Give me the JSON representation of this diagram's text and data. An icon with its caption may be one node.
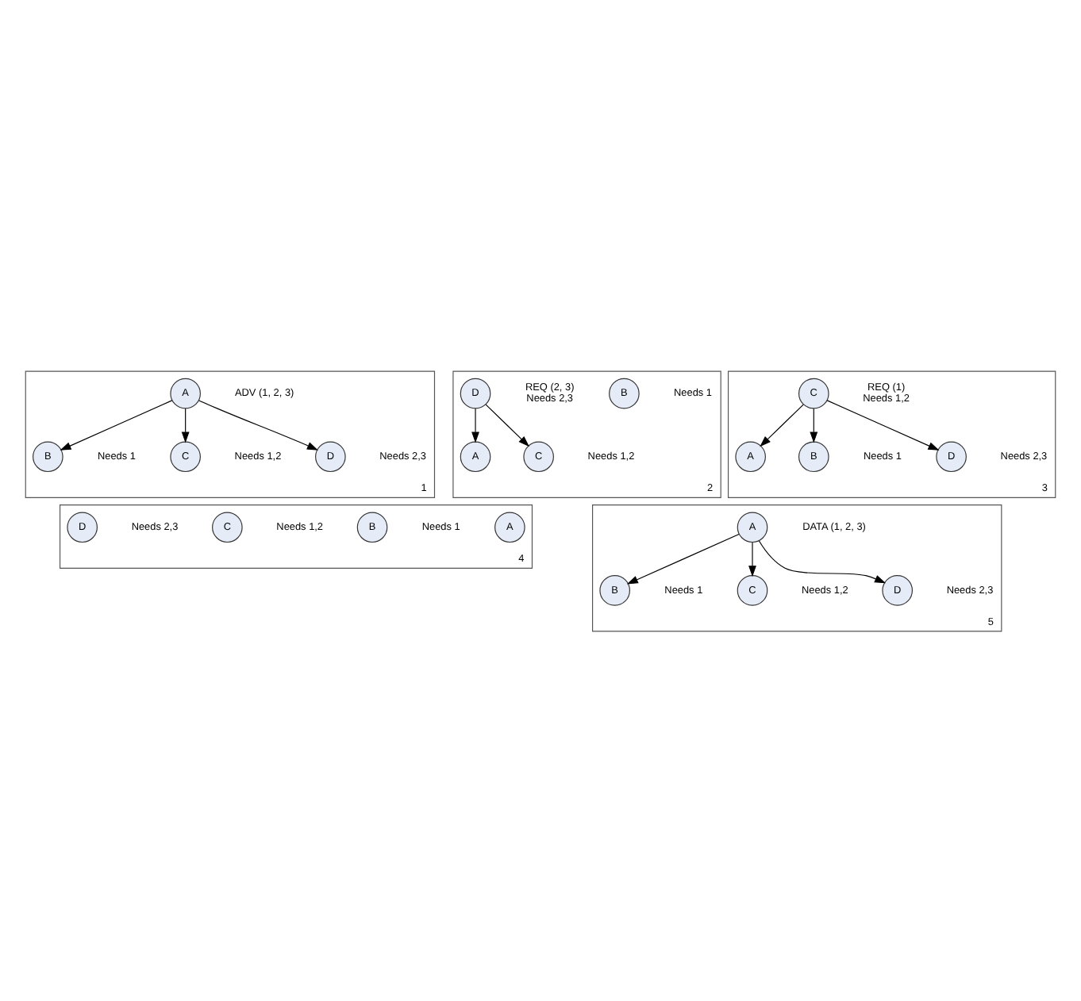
{
  "diagram": {
    "nodes": [
      {
        "text": [
          "1"
        ]
      },
      {
        "text": [
          "A"
        ],
        "in": 0,
        "beside": [
          "ADV (1, 2, 3)"
        ]
      },
      {
        "text": [
          "B"
        ],
        "in": 0,
        "beside": [
          "Needs 1"
        ]
      },
      {
        "text": [
          "C"
        ],
        "in": 0,
        "beside": [
          "Needs 1,2"
        ]
      },
      {
        "text": [
          "D"
        ],
        "in": 0,
        "beside": [
          "Needs 2,3"
        ]
      },
      {
        "text": [
          "2"
        ]
      },
      {
        "text": [
          "A"
        ],
        "in": 5
      },
      {
        "text": [
          "B"
        ],
        "in": 5,
        "beside": [
          "Needs 1"
        ]
      },
      {
        "text": [
          "C"
        ],
        "in": 5,
        "beside": [
          "Needs 1,2"
        ]
      },
      {
        "text": [
          "D"
        ],
        "in": 5,
        "beside": [
          "REQ (2, 3)",
          "Needs 2,3"
        ]
      },
      {
        "text": [
          "3"
        ]
      },
      {
        "text": [
          "A"
        ],
        "in": 10
      },
      {
        "text": [
          "B"
        ],
        "in": 10,
        "beside": [
          "Needs 1"
        ]
      },
      {
        "text": [
          "C"
        ],
        "in": 10,
        "beside": [
          "REQ (1)",
          "Needs 1,2"
        ]
      },
      {
        "text": [
          "D"
        ],
        "in": 10,
        "beside": [
          "Needs 2,3"
        ]
      },
      {
        "text": [
          "4"
        ]
      },
      {
        "text": [
          "A"
        ],
        "in": 15
      },
      {
        "text": [
          "B"
        ],
        "in": 15,
        "beside": [
          "Needs 1"
        ]
      },
      {
        "text": [
          "C"
        ],
        "in": 15,
        "beside": [
          "Needs 1,2"
        ]
      },
      {
        "text": [
          "D"
        ],
        "in": 15,
        "beside": [
          "Needs 2,3"
        ]
      },
      {
        "text": [
          "5"
        ]
      },
      {
        "text": [
          "A"
        ],
        "in": 20,
        "beside": [
          "DATA (1, 2, 3)"
        ]
      },
      {
        "text": [
          "B"
        ],
        "in": 20,
        "beside": [
          "Needs 1"
        ]
      },
      {
        "text": [
          "C"
        ],
        "in": 20,
        "beside": [
          "Needs 1,2"
        ]
      },
      {
        "text": [
          "D"
        ],
        "in": 20,
        "beside": [
          "Needs 2,3"
        ]
      }
    ],
    "edges": [
      {
        "from": 1,
        "to": 2,
        "arrow": "to"
      },
      {
        "from": 1,
        "to": 3,
        "arrow": "to"
      },
      {
        "from": 1,
        "to": 4,
        "arrow": "to"
      },
      {
        "from": 9,
        "to": 6,
        "arrow": "to"
      },
      {
        "from": 9,
        "to": 8,
        "arrow": "to"
      },
      {
        "from": 13,
        "to": 11,
        "arrow": "to"
      },
      {
        "from": 13,
        "to": 12,
        "arrow": "to"
      },
      {
        "from": 13,
        "to": 14,
        "arrow": "to"
      },
      {
        "from": 21,
        "to": 22,
        "arrow": "to"
      },
      {
        "from": 21,
        "to": 23,
        "arrow": "to"
      },
      {
        "from": 21,
        "to": 24,
        "arrow": "to"
      }
    ]
  }
}
